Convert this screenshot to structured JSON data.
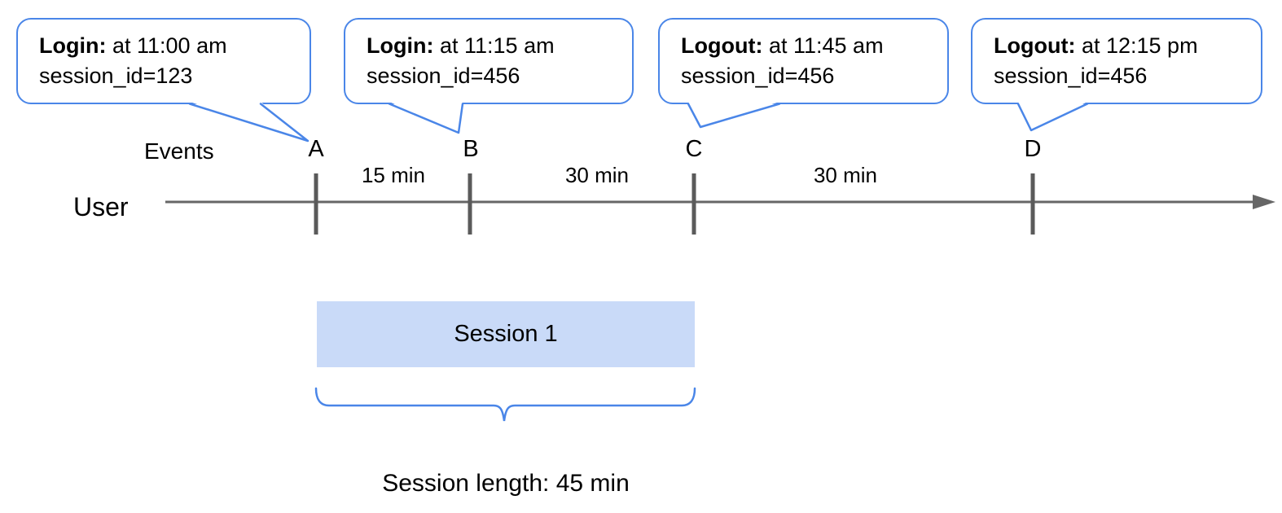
{
  "callouts": [
    {
      "event": "Login:",
      "time": "at 11:00 am",
      "session": "session_id=123"
    },
    {
      "event": "Login:",
      "time": "at 11:15 am",
      "session": "session_id=456"
    },
    {
      "event": "Logout:",
      "time": "at 11:45 am",
      "session": "session_id=456"
    },
    {
      "event": "Logout:",
      "time": "at 12:15 pm",
      "session": "session_id=456"
    }
  ],
  "timeline": {
    "events_label": "Events",
    "user_label": "User",
    "markers": [
      "A",
      "B",
      "C",
      "D"
    ],
    "intervals": [
      "15 min",
      "30 min",
      "30 min"
    ]
  },
  "session": {
    "box_label": "Session 1",
    "length_label": "Session length: 45 min"
  },
  "colors": {
    "accent_blue": "#4a86e8",
    "session_fill": "#c9daf8",
    "line_gray": "#666666",
    "tick_gray": "#5a5a5a",
    "text_color": "#000000"
  }
}
